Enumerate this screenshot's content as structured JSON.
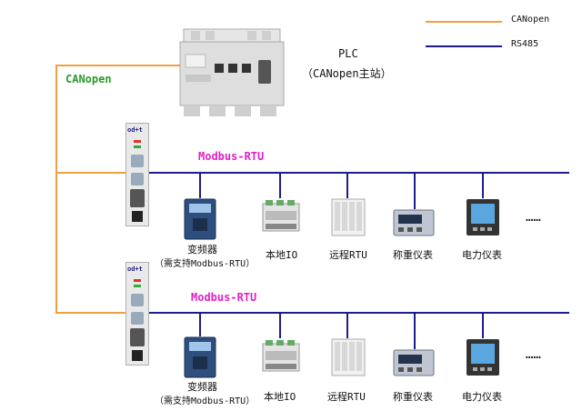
{
  "legend": {
    "canopen_label": "CANopen",
    "rs485_label": "RS485",
    "canopen_color": "#f0a040",
    "rs485_color": "#1c1c8c"
  },
  "plc": {
    "title": "PLC",
    "subtitle": "（CANopen主站）"
  },
  "canopen_bus_label": "CANopen",
  "colors": {
    "modbus_label": "#e020c8",
    "canopen_label": "#2a9a2a"
  },
  "gateway_brand": "od+t",
  "buses": [
    {
      "label": "Modbus-RTU",
      "devices": [
        {
          "name": "变频器",
          "note": "（需支持Modbus-RTU）",
          "icon": "vfd-icon"
        },
        {
          "name": "本地IO",
          "icon": "local-io-icon"
        },
        {
          "name": "远程RTU",
          "icon": "remote-rtu-icon"
        },
        {
          "name": "称重仪表",
          "icon": "weighing-meter-icon"
        },
        {
          "name": "电力仪表",
          "icon": "power-meter-icon"
        }
      ],
      "ellipsis": "……"
    },
    {
      "label": "Modbus-RTU",
      "devices": [
        {
          "name": "变频器",
          "note": "（需支持Modbus-RTU）",
          "icon": "vfd-icon"
        },
        {
          "name": "本地IO",
          "icon": "local-io-icon"
        },
        {
          "name": "远程RTU",
          "icon": "remote-rtu-icon"
        },
        {
          "name": "称重仪表",
          "icon": "weighing-meter-icon"
        },
        {
          "name": "电力仪表",
          "icon": "power-meter-icon"
        }
      ],
      "ellipsis": "……"
    }
  ]
}
